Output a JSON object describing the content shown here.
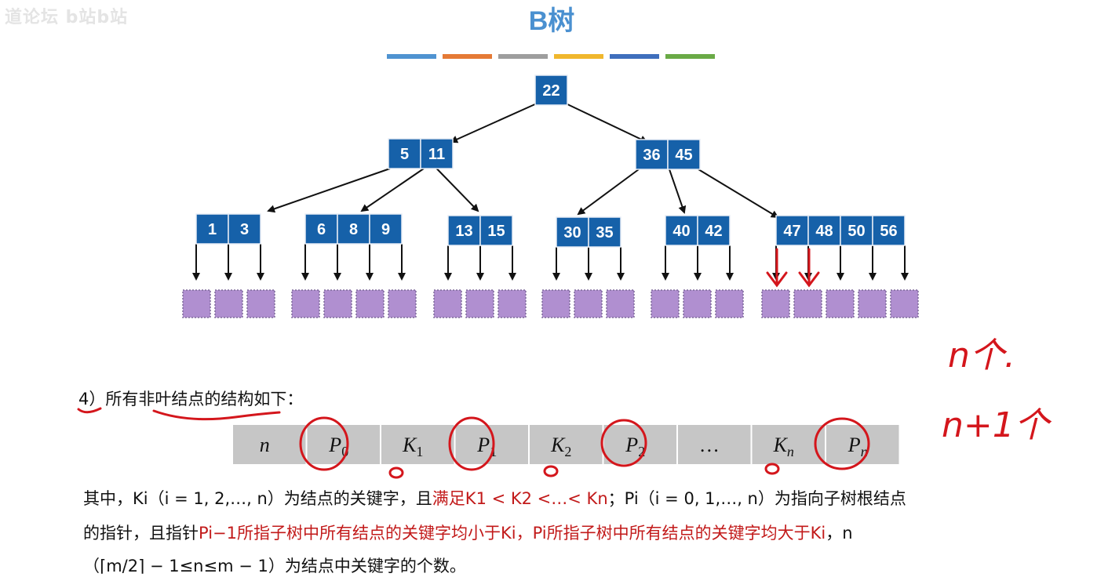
{
  "watermark": "道论坛 b站b站",
  "title": "B树",
  "title_color": "#4a90d0",
  "color_bar": [
    "#4f93d1",
    "#e57a36",
    "#9e9e9e",
    "#f0b72d",
    "#3f6fbd",
    "#6aaa46"
  ],
  "node_color": "#1661a9",
  "leaf_color": "#b08fd0",
  "tree": {
    "root": [
      "22"
    ],
    "level1": [
      [
        "5",
        "11"
      ],
      [
        "36",
        "45"
      ]
    ],
    "level2": [
      [
        "1",
        "3"
      ],
      [
        "6",
        "8",
        "9"
      ],
      [
        "13",
        "15"
      ],
      [
        "30",
        "35"
      ],
      [
        "40",
        "42"
      ],
      [
        "47",
        "48",
        "50",
        "56"
      ]
    ]
  },
  "section_label": "4）所有",
  "section_underlined": "非叶结点的结构",
  "section_tail": "如下：",
  "node_structure": {
    "cells": [
      {
        "main": "n",
        "sub": ""
      },
      {
        "main": "P",
        "sub": "0"
      },
      {
        "main": "K",
        "sub": "1"
      },
      {
        "main": "P",
        "sub": "1"
      },
      {
        "main": "K",
        "sub": "2"
      },
      {
        "main": "P",
        "sub": "2"
      },
      {
        "main": "…",
        "sub": ""
      },
      {
        "main": "K",
        "sub": "n"
      },
      {
        "main": "P",
        "sub": "n"
      }
    ]
  },
  "paragraph": {
    "l1a": "其中，Ki（i = 1, 2,…, n）为结点的关键字，且",
    "l1b": "满足K1 < K2 <…< Kn",
    "l1c": "；Pi（i = 0, 1,…, n）为指向子树根结点",
    "l2a": "的指针，且指针",
    "l2b": "Pi−1所指子树中所有结点的关键字均小于Ki，Pi所指子树中所有结点的关键字均大于Ki",
    "l2c": "，n",
    "l3a": "（⌈m/2⌉ − 1≤n≤m − 1）为结点中关键字的个数。"
  },
  "handwriting": {
    "note1": "n个.",
    "note2": "n+1个"
  },
  "annotation_color": "#d4161c"
}
